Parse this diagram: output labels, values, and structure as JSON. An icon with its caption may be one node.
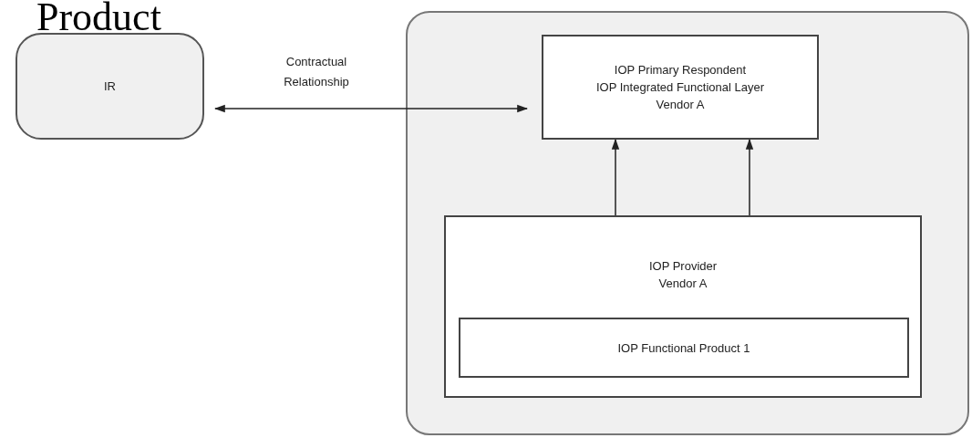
{
  "diagram": {
    "title": "Product",
    "nodes": [
      {
        "text": [
          "IR"
        ]
      },
      {
        "text": [],
        "shape": "box"
      },
      {
        "text": [
          "IOP Primary Respondent",
          "IOP Integrated Functional Layer",
          "Vendor A"
        ],
        "in": 1
      },
      {
        "text": [
          "IOP Provider",
          "Vendor A"
        ],
        "in": 1
      },
      {
        "text": [
          "IOP Functional Product 1"
        ],
        "in": 3
      }
    ],
    "edges": [
      {
        "from": 0,
        "to": 2,
        "arrow": "both",
        "label": "Contractual Relationship"
      },
      {
        "from": 3,
        "to": 2,
        "arrow": "to"
      },
      {
        "from": 3,
        "to": 2,
        "arrow": "to"
      }
    ]
  }
}
